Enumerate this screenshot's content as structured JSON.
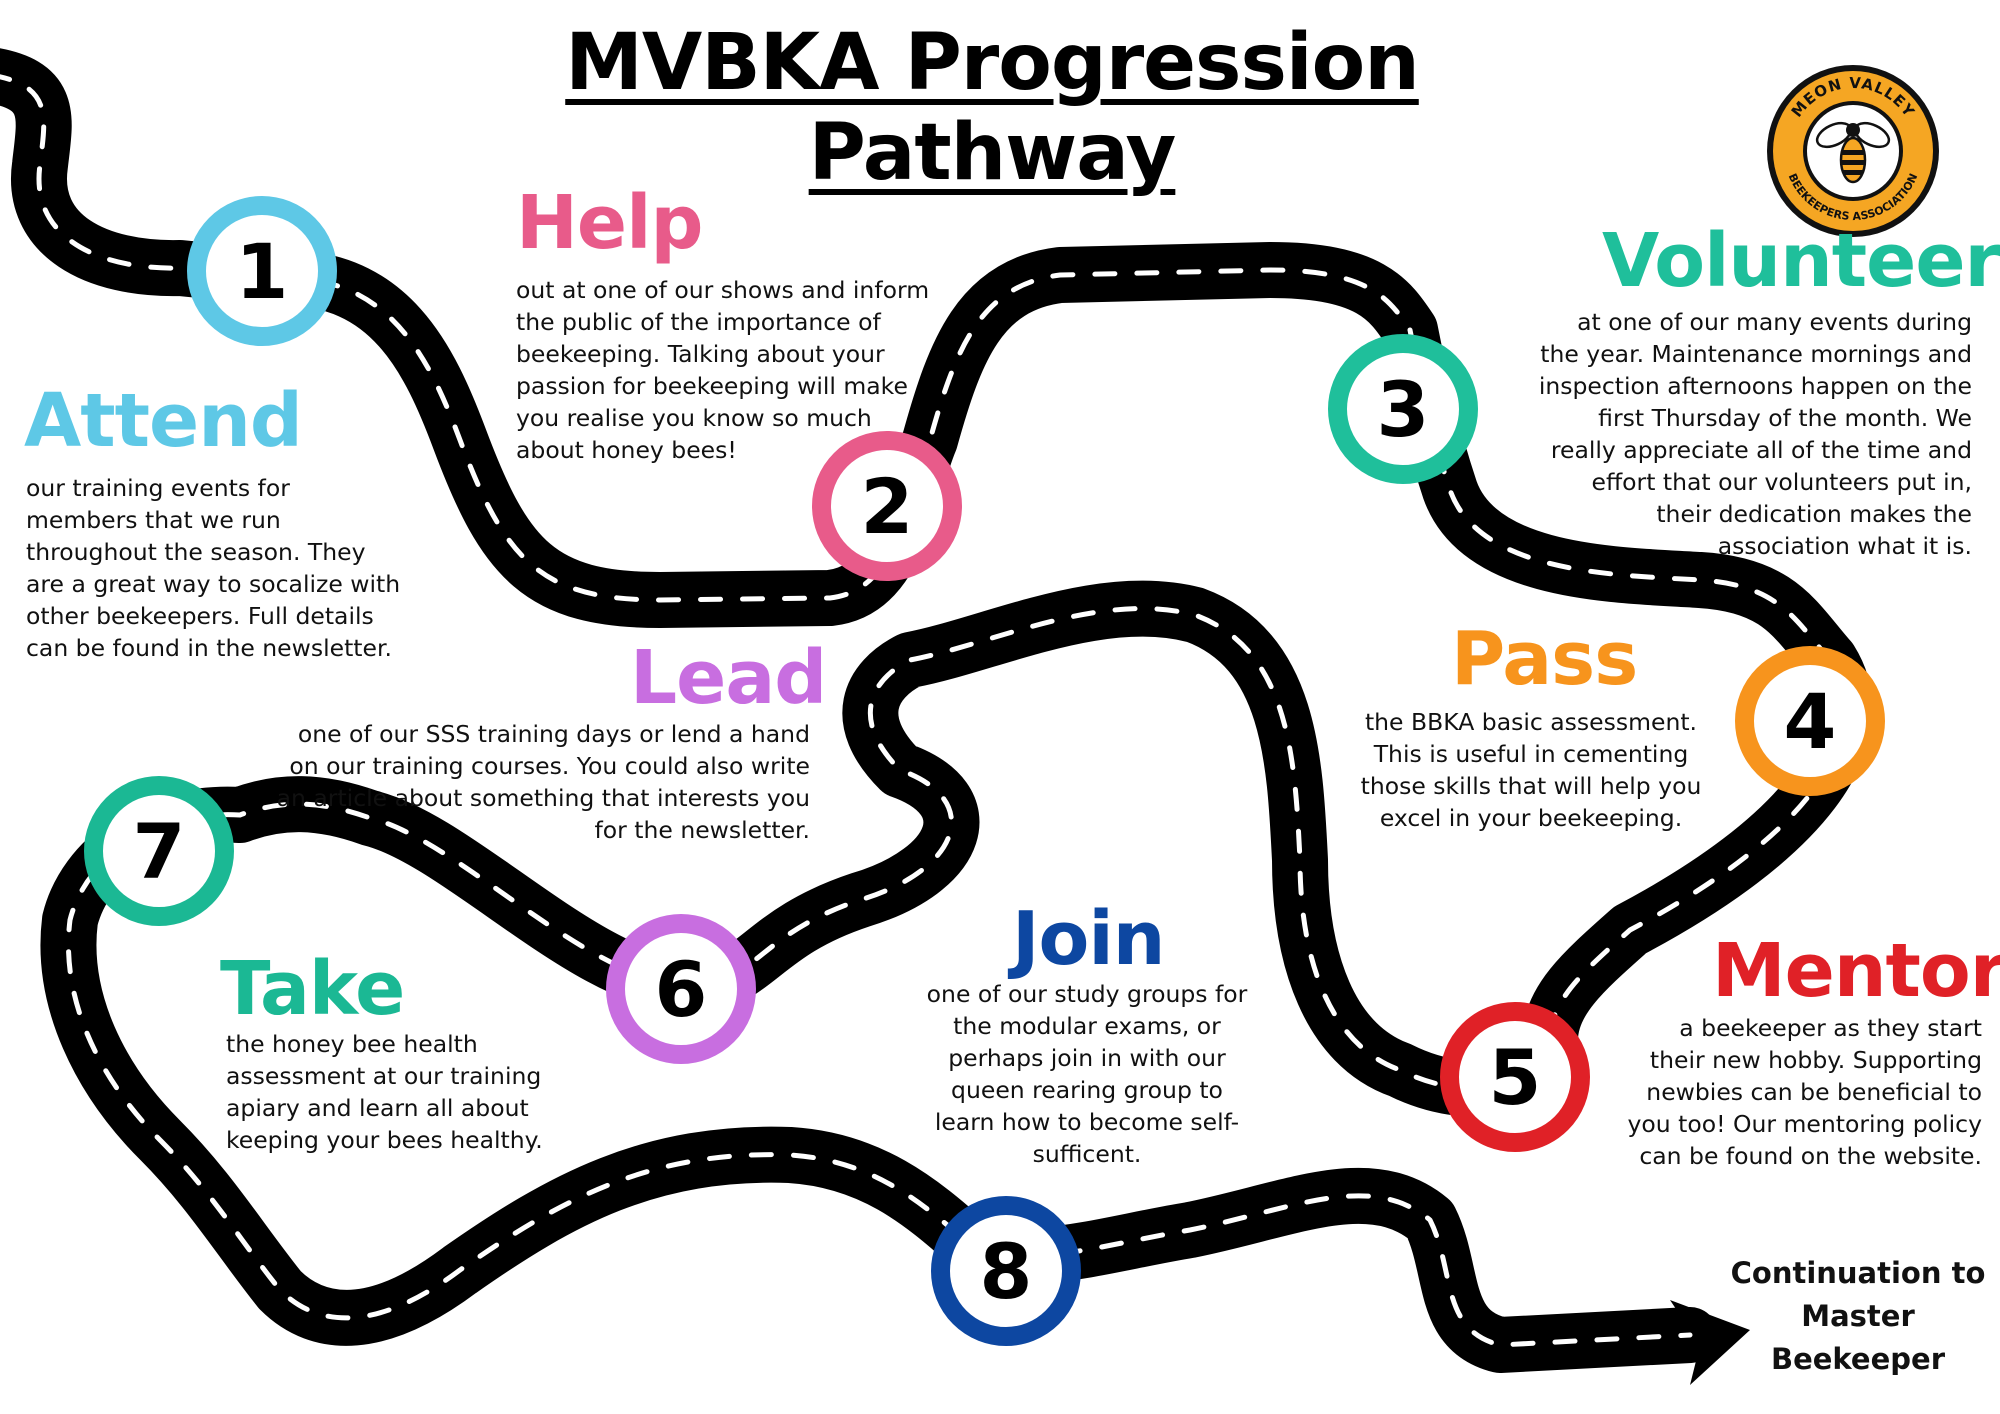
{
  "title": "MVBKA Progression Pathway",
  "logo": {
    "top_text": "MEON VALLEY",
    "bottom_text": "BEEKEEPERS ASSOCIATION",
    "icon": "bee-icon",
    "colors": {
      "ring": "#f5a623",
      "border": "#111111",
      "center": "#ffffff"
    }
  },
  "steps": [
    {
      "number": "1",
      "heading": "Attend",
      "color": "#5ec8e6",
      "description": "our training events for members that we run throughout the season.  They are a great way to socalize with other beekeepers. Full details can be found in the newsletter."
    },
    {
      "number": "2",
      "heading": "Help",
      "color": "#e85b8a",
      "description": "out at one of our shows and inform the public of the importance of beekeeping. Talking about your passion for beekeeping will make you realise you know so much about honey bees!"
    },
    {
      "number": "3",
      "heading": "Volunteer",
      "color": "#1fbf9b",
      "description": "at one of our many events during the year. Maintenance mornings and inspection afternoons happen on the first Thursday of the month. We really appreciate all of the time and effort that our volunteers put in, their dedication makes the association what it is."
    },
    {
      "number": "4",
      "heading": "Pass",
      "color": "#f7941d",
      "description": "the BBKA basic assessment. This is useful in cementing those skills that will help you excel in your beekeeping."
    },
    {
      "number": "5",
      "heading": "Mentor",
      "color": "#e02127",
      "description": "a beekeeper as they start their new hobby. Supporting newbies can be beneficial to you too! Our mentoring policy can be found on the website."
    },
    {
      "number": "6",
      "heading": "Lead",
      "color": "#c86ee0",
      "description": "one of our SSS training days or lend a hand on our training courses. You could also write an article about something that interests you for the newsletter."
    },
    {
      "number": "7",
      "heading": "Take",
      "color": "#1bb894",
      "description": "the honey bee health assessment at our training apiary and learn all about keeping your bees healthy."
    },
    {
      "number": "8",
      "heading": "Join",
      "color": "#0d47a1",
      "description": "one of our study groups for the modular exams, or perhaps join in with our queen rearing group to learn how to become self-sufficent."
    }
  ],
  "continuation": "Continuation to Master Beekeeper"
}
